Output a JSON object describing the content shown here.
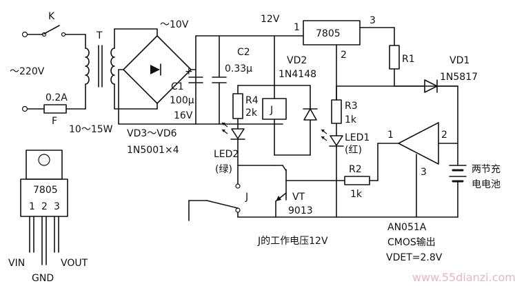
{
  "labels": {
    "switch_k": "K",
    "mains": "～220V",
    "fuse_rating": "0.2A",
    "fuse_f": "F",
    "transformer_t": "T",
    "transformer_power": "10～15W",
    "secondary": "～10V",
    "rail": "12V",
    "reg_name": "7805",
    "reg_pin1": "1",
    "reg_pin2": "2",
    "reg_pin3": "3",
    "bridge": "VD3～VD6",
    "bridge_part": "1N5001×4",
    "c1_name": "C1",
    "c1_val": "100μ",
    "c1_volt": "16V",
    "c1_plus": "+",
    "c2_name": "C2",
    "c2_val": "0.33μ",
    "vd2_name": "VD2",
    "vd2_part": "1N4148",
    "r4_name": "R4",
    "r4_val": "2k",
    "relay_j": "J",
    "led2_name": "LED2",
    "led2_color": "(绿)",
    "r3_name": "R3",
    "r3_val": "1k",
    "led1_name": "LED1",
    "led1_color": "(红)",
    "r1_name": "R1",
    "vd1_name": "VD1",
    "vd1_part": "1N5817",
    "r2_name": "R2",
    "r2_val": "1k",
    "vt_name": "VT",
    "vt_part": "9013",
    "contact_j": "J",
    "relay_note": "J的工作电压12V",
    "ic_pin1": "1",
    "ic_pin2": "2",
    "ic_pin3": "3",
    "ic_name": "AN051A",
    "ic_output": "CMOS输出",
    "ic_vdet": "VDET=2.8V",
    "battery_l1": "两节充",
    "battery_l2": "电电池",
    "pkg_name": "7805",
    "pkg_p1": "1",
    "pkg_p2": "2",
    "pkg_p3": "3",
    "pkg_vin": "VIN",
    "pkg_gnd": "GND",
    "pkg_vout": "VOUT",
    "watermark": "www.55dianzi.com"
  }
}
